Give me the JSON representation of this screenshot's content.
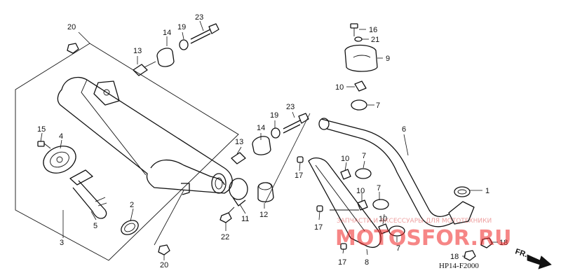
{
  "callouts": [
    {
      "id": "c-20a",
      "text": "20"
    },
    {
      "id": "c-13a",
      "text": "13"
    },
    {
      "id": "c-14a",
      "text": "14"
    },
    {
      "id": "c-19a",
      "text": "19"
    },
    {
      "id": "c-23a",
      "text": "23"
    },
    {
      "id": "c-15",
      "text": "15"
    },
    {
      "id": "c-4",
      "text": "4"
    },
    {
      "id": "c-2",
      "text": "2"
    },
    {
      "id": "c-5",
      "text": "5"
    },
    {
      "id": "c-3",
      "text": "3"
    },
    {
      "id": "c-20b",
      "text": "20"
    },
    {
      "id": "c-13b",
      "text": "13"
    },
    {
      "id": "c-14b",
      "text": "14"
    },
    {
      "id": "c-19b",
      "text": "19"
    },
    {
      "id": "c-23b",
      "text": "23"
    },
    {
      "id": "c-11",
      "text": "11"
    },
    {
      "id": "c-12",
      "text": "12"
    },
    {
      "id": "c-22",
      "text": "22"
    },
    {
      "id": "c-16",
      "text": "16"
    },
    {
      "id": "c-21",
      "text": "21"
    },
    {
      "id": "c-9",
      "text": "9"
    },
    {
      "id": "c-10a",
      "text": "10"
    },
    {
      "id": "c-7a",
      "text": "7"
    },
    {
      "id": "c-6",
      "text": "6"
    },
    {
      "id": "c-10b",
      "text": "10"
    },
    {
      "id": "c-7b",
      "text": "7"
    },
    {
      "id": "c-17a",
      "text": "17"
    },
    {
      "id": "c-10c",
      "text": "10"
    },
    {
      "id": "c-7c",
      "text": "7"
    },
    {
      "id": "c-1",
      "text": "1"
    },
    {
      "id": "c-17b",
      "text": "17"
    },
    {
      "id": "c-10d",
      "text": "10"
    },
    {
      "id": "c-7d",
      "text": "7"
    },
    {
      "id": "c-17c",
      "text": "17"
    },
    {
      "id": "c-8",
      "text": "8"
    },
    {
      "id": "c-18a",
      "text": "18"
    },
    {
      "id": "c-18b",
      "text": "18"
    }
  ],
  "diagram_code": "HP14-F2000",
  "direction_label": "FR.",
  "watermark": {
    "tagline": "ЗАПЧАСТИ И АКСЕССУАРЫ ДЛЯ МОТОТЕХНИКИ",
    "brand": "MOTOSFOR.RU"
  }
}
